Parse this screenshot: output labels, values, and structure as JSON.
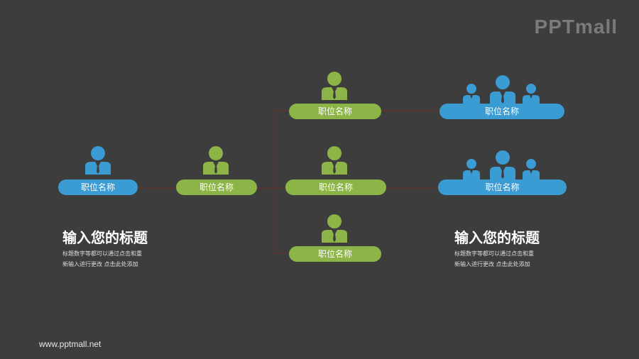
{
  "logo": "PPTmall",
  "footer_url": "www.pptmall.net",
  "colors": {
    "green": "#8db446",
    "blue": "#3b9bd3",
    "line": "#6b2f2a",
    "background": "#3d3d3d"
  },
  "nodes": {
    "left_root": "职位名称",
    "middle": "职位名称",
    "branch_top": "职位名称",
    "branch_middle": "职位名称",
    "branch_bottom": "职位名称",
    "team_top": "职位名称",
    "team_middle": "职位名称"
  },
  "text_left": {
    "title": "输入您的标题",
    "line1": "标题数字等都可以通过点击和重",
    "line2": "新输入进行更改 点击此处添加"
  },
  "text_right": {
    "title": "输入您的标题",
    "line1": "标题数字等都可以通过点击和重",
    "line2": "新输入进行更改 点击此处添加"
  },
  "icons": [
    "person-icon",
    "group-icon"
  ]
}
